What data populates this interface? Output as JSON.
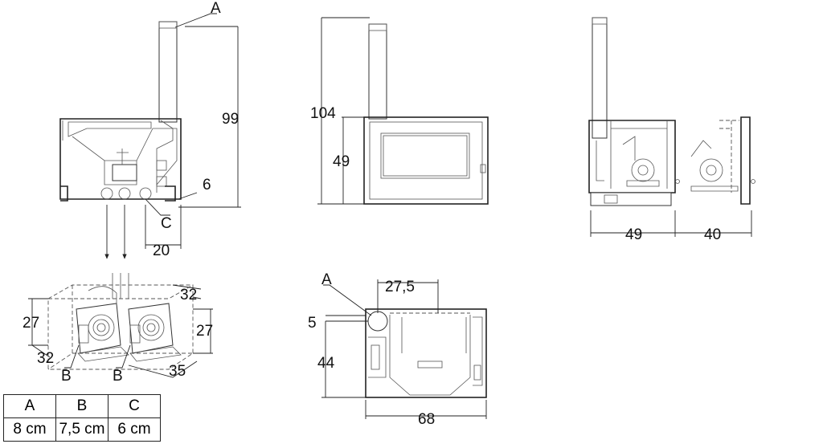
{
  "labels": {
    "a": "A",
    "b": "B",
    "c": "C"
  },
  "dims": {
    "front_height_99": "99",
    "front_offset_6": "6",
    "front_offset_20": "20",
    "center_height_104": "104",
    "center_height_49": "49",
    "side_width_49": "49",
    "side_width_40": "40",
    "iso_27_left": "27",
    "iso_32_top": "32",
    "iso_32_bottom": "32",
    "iso_27_right": "27",
    "iso_35": "35",
    "plan_27_5": "27,5",
    "plan_5": "5",
    "plan_44": "44",
    "plan_68": "68"
  },
  "table": {
    "headers": [
      "A",
      "B",
      "C"
    ],
    "values": [
      "8 cm",
      "7,5 cm",
      "6 cm"
    ]
  }
}
